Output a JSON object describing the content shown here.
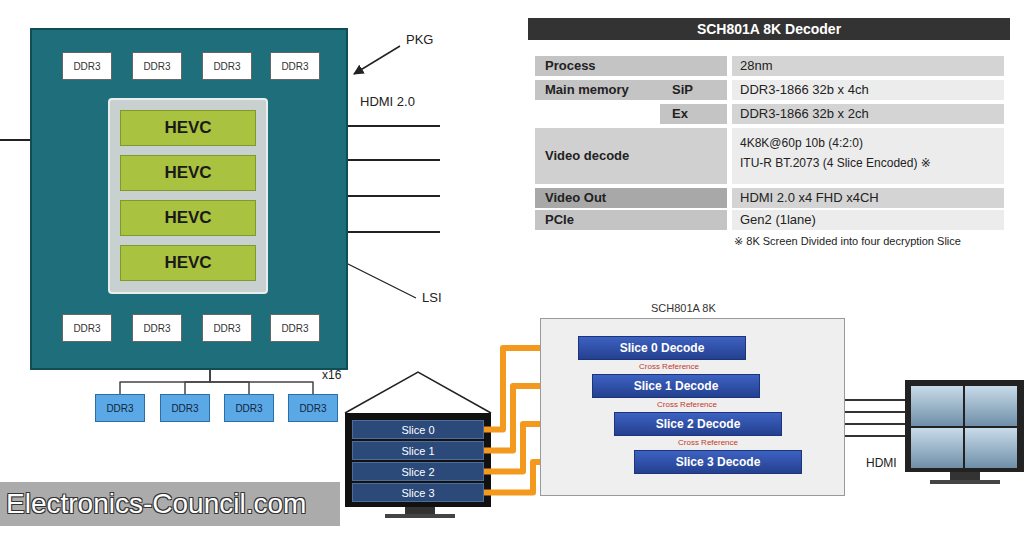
{
  "diagram": {
    "nodes": [
      {
        "text": [
          "PKG"
        ]
      },
      {
        "text": [
          "DDR3"
        ],
        "in": 0
      },
      {
        "text": [
          "DDR3"
        ],
        "in": 0
      },
      {
        "text": [
          "DDR3"
        ],
        "in": 0
      },
      {
        "text": [
          "DDR3"
        ],
        "in": 0
      },
      {
        "text": [
          "LSI"
        ],
        "in": 0
      },
      {
        "text": [
          "HEVC"
        ],
        "in": 5
      },
      {
        "text": [
          "HEVC"
        ],
        "in": 5
      },
      {
        "text": [
          "HEVC"
        ],
        "in": 5
      },
      {
        "text": [
          "HEVC"
        ],
        "in": 5
      },
      {
        "text": [
          "DDR3"
        ],
        "in": 0
      },
      {
        "text": [
          "DDR3"
        ],
        "in": 0
      },
      {
        "text": [
          "DDR3"
        ],
        "in": 0
      },
      {
        "text": [
          "DDR3"
        ],
        "in": 0
      },
      {
        "text": [
          "DDR3"
        ]
      },
      {
        "text": [
          "DDR3"
        ]
      },
      {
        "text": [
          "DDR3"
        ]
      },
      {
        "text": [
          "DDR3"
        ]
      },
      {
        "text": [
          "Slice 0"
        ]
      },
      {
        "text": [
          "Slice 1"
        ]
      },
      {
        "text": [
          "Slice 2"
        ]
      },
      {
        "text": [
          "Slice 3"
        ]
      },
      {
        "text": [
          "SCH801A 8K"
        ]
      },
      {
        "text": [
          "Slice 0 Decode"
        ],
        "in": 22
      },
      {
        "text": [
          "Slice 1 Decode"
        ],
        "in": 22
      },
      {
        "text": [
          "Slice 2 Decode"
        ],
        "in": 22
      },
      {
        "text": [
          "Slice 3 Decode"
        ],
        "in": 22
      }
    ],
    "edges": [
      {
        "from": 18,
        "to": 23,
        "arrow": "to"
      },
      {
        "from": 19,
        "to": 24,
        "arrow": "to"
      },
      {
        "from": 20,
        "to": 25,
        "arrow": "to"
      },
      {
        "from": 21,
        "to": 26,
        "arrow": "to"
      },
      {
        "from": 23,
        "to": 24,
        "label": "Cross Reference",
        "arrow": "none"
      },
      {
        "from": 24,
        "to": 25,
        "label": "Cross Reference",
        "arrow": "none"
      },
      {
        "from": 25,
        "to": 26,
        "label": "Cross Reference",
        "arrow": "none"
      },
      {
        "from": 0,
        "to": 14,
        "arrow": "none"
      },
      {
        "from": 0,
        "to": 15,
        "arrow": "none"
      },
      {
        "from": 0,
        "to": 16,
        "arrow": "none"
      },
      {
        "from": 0,
        "to": 17,
        "arrow": "none"
      }
    ],
    "labels": [
      "HDMI 2.0",
      "x16",
      "SCH801A 8K Decoder",
      "Process",
      "28nm",
      "Main memory",
      "SiP",
      "DDR3-1866 32b x 4ch",
      "Ex",
      "DDR3-1866 32b x 2ch",
      "Video decode",
      "4K8K@60p 10b (4:2:0)",
      "ITU-R BT.2073 (4 Slice Encoded) ※",
      "Video Out",
      "HDMI 2.0 x4 FHD x4CH",
      "PCIe",
      "Gen2 (1lane)",
      "※ 8K Screen Divided into four decryption Slice",
      "HDMI",
      "Electronics-Council.com"
    ]
  }
}
